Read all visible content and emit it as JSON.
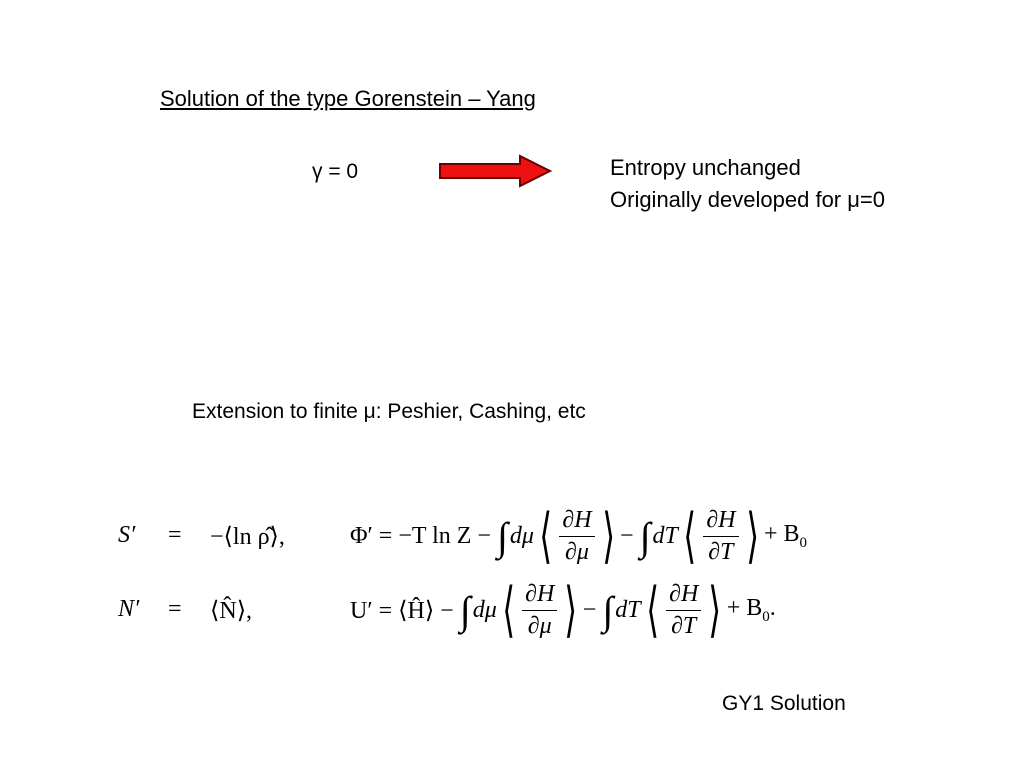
{
  "slide": {
    "title": "Solution of the type Gorenstein – Yang",
    "gamma_condition": "γ = 0",
    "result_line1": "Entropy unchanged",
    "result_line2": "Originally developed for μ=0",
    "extension": "Extension to finite μ: Peshier, Cashing, etc",
    "footer": "GY1 Solution"
  },
  "colors": {
    "arrow_fill": "#ee1111",
    "arrow_stroke": "#6a0000"
  },
  "equations": {
    "eq1": {
      "lhs": "S′",
      "equals": "=",
      "rhs": "−⟨ln ρ̂⟩,",
      "main_lhs": "Φ′ = −T ln Z −",
      "d_var1": "dμ",
      "frac1_num": "∂H",
      "frac1_den": "∂μ",
      "minus": "−",
      "d_var2": "dT",
      "frac2_num": "∂H",
      "frac2_den": "∂T",
      "tail": "+ B",
      "tail_sub": "0",
      "tail_end": ""
    },
    "eq2": {
      "lhs": "N′",
      "equals": "=",
      "rhs": "⟨N̂⟩,",
      "main_lhs": "U′ = ⟨Ĥ⟩ −",
      "d_var1": "dμ",
      "frac1_num": "∂H",
      "frac1_den": "∂μ",
      "minus": "−",
      "d_var2": "dT",
      "frac2_num": "∂H",
      "frac2_den": "∂T",
      "tail": "+ B",
      "tail_sub": "0",
      "tail_end": "."
    }
  }
}
